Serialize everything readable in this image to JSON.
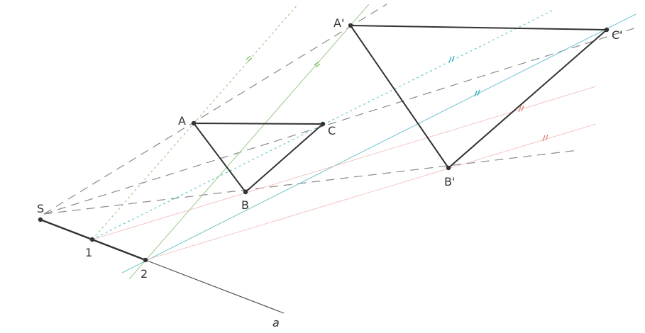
{
  "labels": {
    "S": "S",
    "one": "1",
    "two": "2",
    "a": "a",
    "A": "A",
    "B": "B",
    "C": "C",
    "A1": "A'",
    "B1": "B'",
    "C1": "C'"
  },
  "colors": {
    "triangle": "#333333",
    "axis": "#555555",
    "guide_dashed": "#8a8a8a",
    "green_parallel": "#9cc98b",
    "cyan_parallel": "#6cc6cc",
    "pink_parallel": "#f2b8b8",
    "green_tick": "#7bbf62",
    "cyan_tick": "#2aa7b6",
    "red_tick": "#e07a6a",
    "point": "#333333"
  }
}
